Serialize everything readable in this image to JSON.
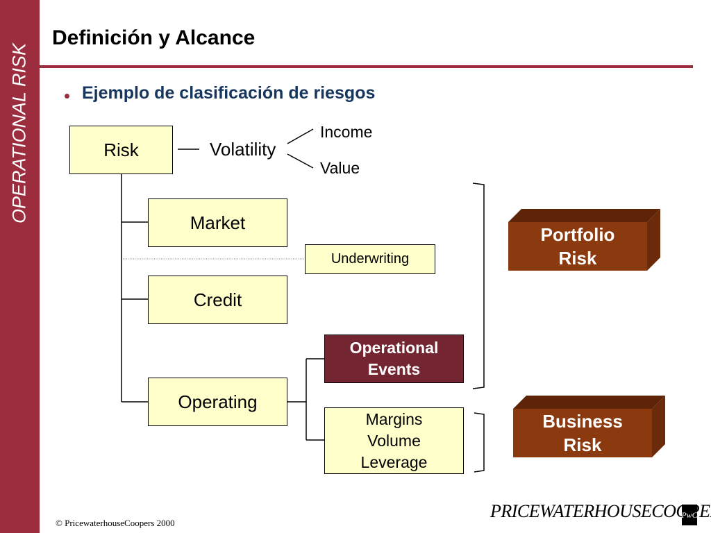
{
  "sidebar": {
    "label": "OPERATIONAL RISK"
  },
  "header": {
    "title": "Definición y Alcance"
  },
  "bullet": {
    "text": "Ejemplo de clasificación de riesgos"
  },
  "diagram": {
    "risk": "Risk",
    "volatility": "Volatility",
    "income": "Income",
    "value": "Value",
    "market": "Market",
    "underwriting": "Underwriting",
    "credit": "Credit",
    "operating": "Operating",
    "operational_events": [
      "Operational",
      "Events"
    ],
    "margins_volume_leverage": [
      "Margins",
      "Volume",
      "Leverage"
    ],
    "portfolio_risk": [
      "Portfolio",
      "Risk"
    ],
    "business_risk": [
      "Business",
      "Risk"
    ]
  },
  "colors": {
    "sidebar": "#9b2d3f",
    "box_fill": "#ffffcc",
    "dark_box": "#732531",
    "cube_front": "#8b3a0f",
    "bullet_text": "#17365d"
  },
  "footer": {
    "copyright": "© PricewaterhouseCoopers 2000"
  },
  "logo": {
    "text": "PRICEWATERHOUSECOOPERS",
    "mark": "PwC"
  }
}
